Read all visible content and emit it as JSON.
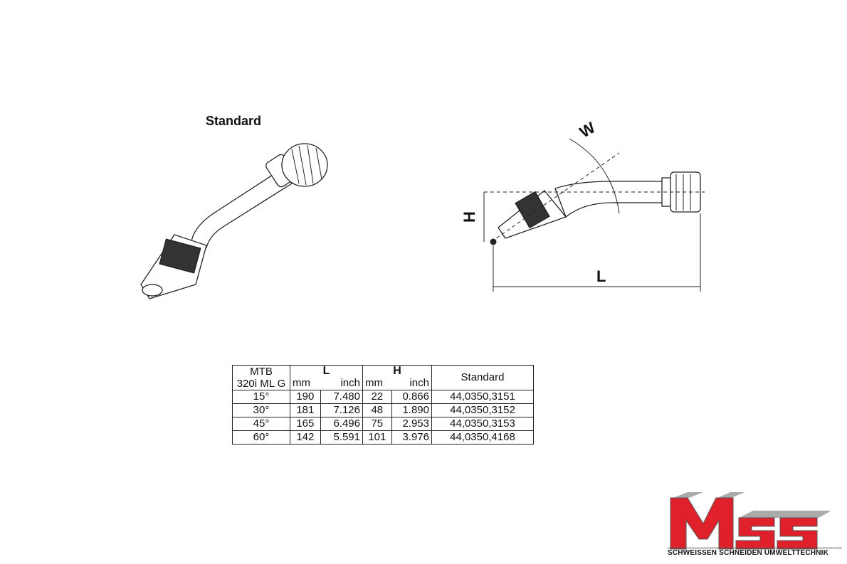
{
  "drawing": {
    "title": "Standard",
    "labels": {
      "angle": "W",
      "height": "H",
      "length": "L"
    }
  },
  "table": {
    "header": {
      "model_line1": "MTB",
      "model_line2": "320i ML G",
      "L": "L",
      "H": "H",
      "mm": "mm",
      "inch": "inch",
      "standard": "Standard"
    },
    "rows": [
      {
        "angle": "15°",
        "l_mm": "190",
        "l_inch": "7.480",
        "h_mm": "22",
        "h_inch": "0.866",
        "standard": "44,0350,3151"
      },
      {
        "angle": "30°",
        "l_mm": "181",
        "l_inch": "7.126",
        "h_mm": "48",
        "h_inch": "1.890",
        "standard": "44,0350,3152"
      },
      {
        "angle": "45°",
        "l_mm": "165",
        "l_inch": "6.496",
        "h_mm": "75",
        "h_inch": "2.953",
        "standard": "44,0350,3153"
      },
      {
        "angle": "60°",
        "l_mm": "142",
        "l_inch": "5.591",
        "h_mm": "101",
        "h_inch": "3.976",
        "standard": "44,0350,4168"
      }
    ]
  },
  "logo": {
    "text": "MSS",
    "tagline": "SCHWEISSEN SCHNEIDEN UMWELTTECHNIK",
    "color": "#e0202a"
  }
}
